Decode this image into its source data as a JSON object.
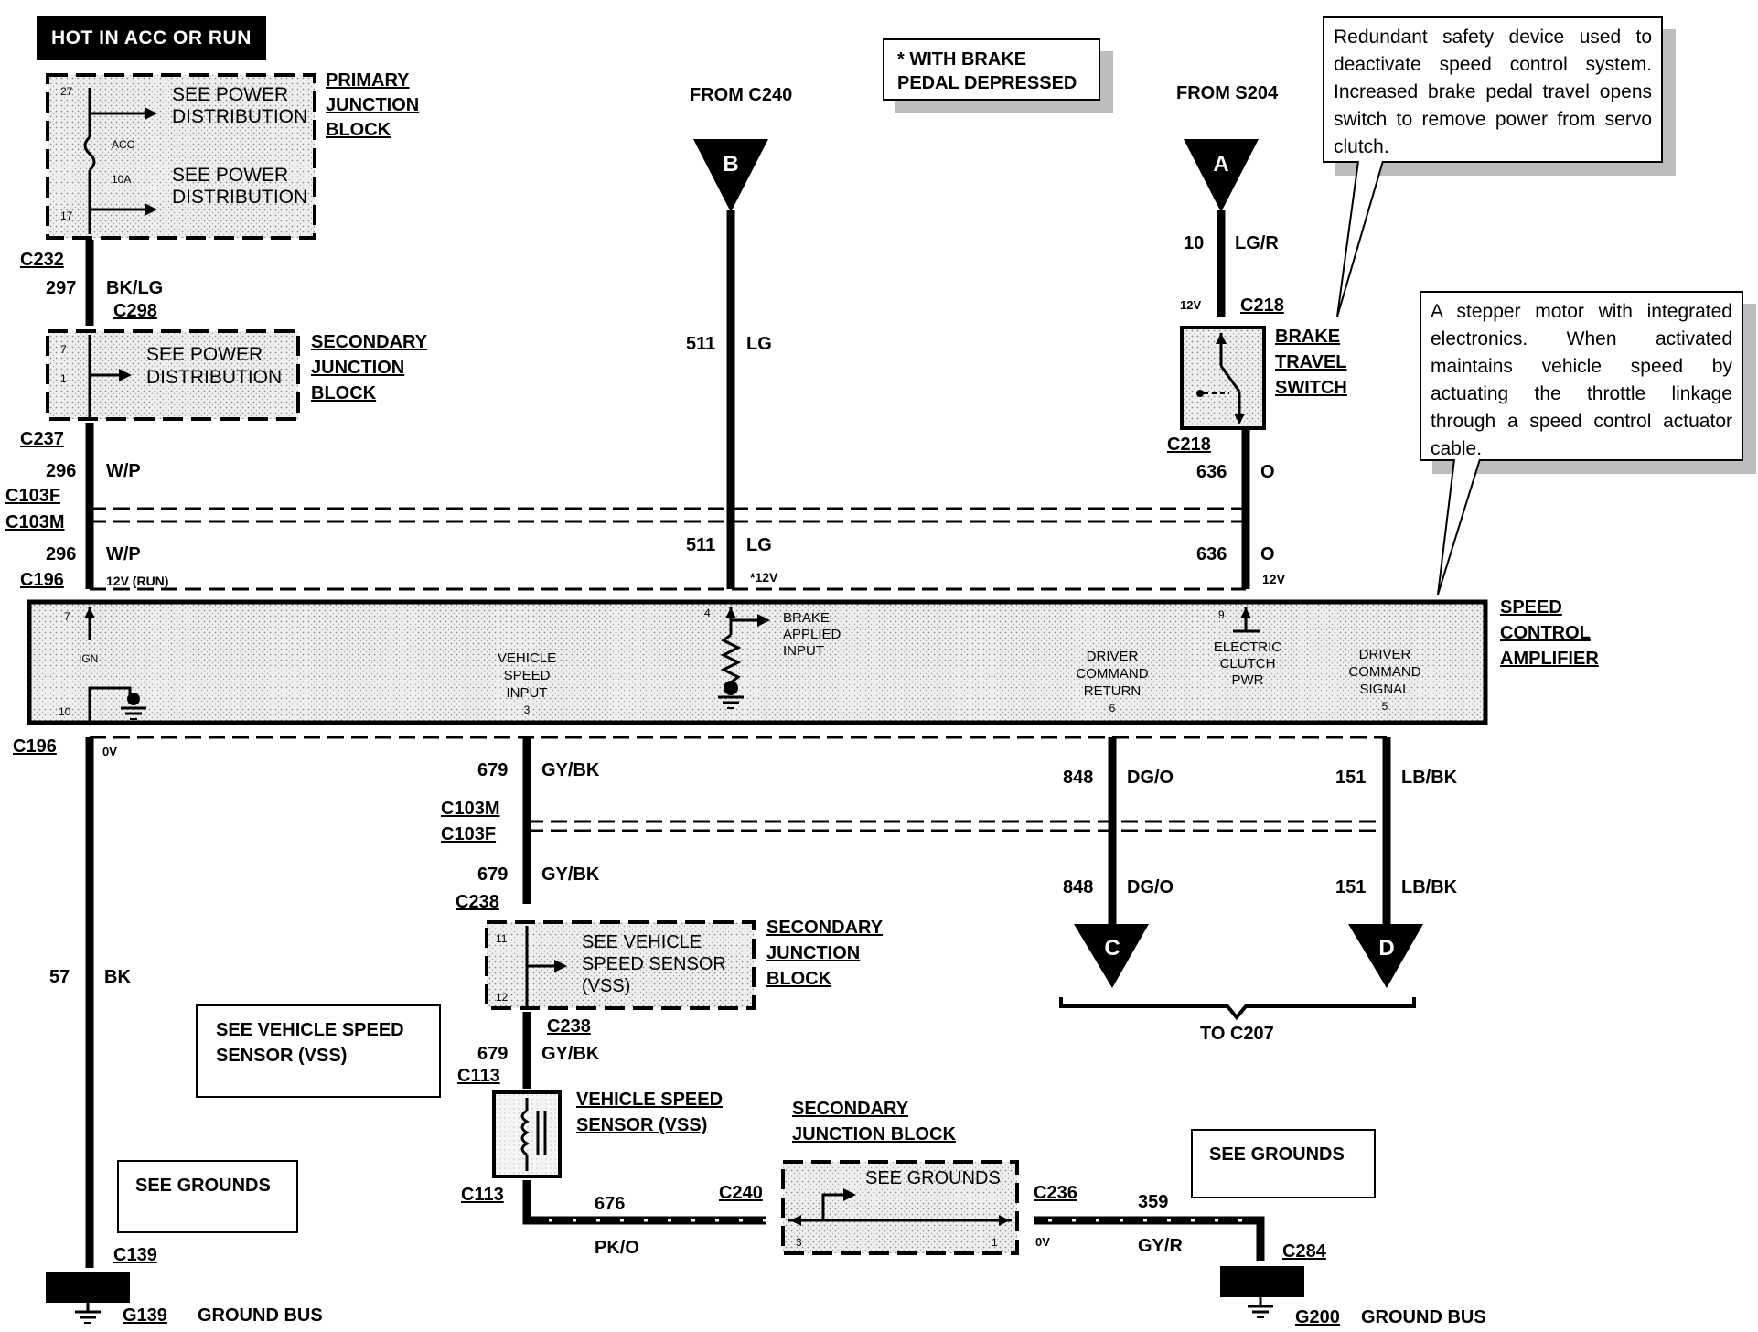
{
  "header": {
    "hot_label": "HOT IN ACC OR RUN"
  },
  "notes": {
    "brake_pedal": [
      "* WITH BRAKE",
      "PEDAL DEPRESSED"
    ],
    "redundant": "Redundant safety device used to deactivate speed control system. Increased brake pedal travel opens switch to remove power from servo clutch.",
    "stepper": "A stepper motor with integrated electronics. When activated maintains vehicle speed by actuating the throttle linkage through a speed control actuator cable."
  },
  "sources": {
    "from_c240": "FROM C240",
    "from_s204": "FROM S204",
    "to_c207": "TO C207"
  },
  "terminals": {
    "B": "B",
    "A": "A",
    "C": "C",
    "D": "D"
  },
  "pjb": {
    "name": [
      "PRIMARY",
      "JUNCTION",
      "BLOCK"
    ],
    "see1": [
      "SEE POWER",
      "DISTRIBUTION"
    ],
    "see2": [
      "SEE POWER",
      "DISTRIBUTION"
    ],
    "pin_top": "27",
    "pin_bottom": "17",
    "fuse_name": "ACC",
    "fuse_rating": "10A"
  },
  "sjb1": {
    "name": [
      "SECONDARY",
      "JUNCTION",
      "BLOCK"
    ],
    "see": [
      "SEE POWER",
      "DISTRIBUTION"
    ],
    "pin_top": "7",
    "pin_bottom": "1"
  },
  "sjb2": {
    "name": [
      "SECONDARY",
      "JUNCTION",
      "BLOCK"
    ],
    "see": [
      "SEE VEHICLE",
      "SPEED SENSOR",
      "(VSS)"
    ],
    "pin_top": "11",
    "pin_bottom": "12"
  },
  "sjb3": {
    "name": [
      "SECONDARY",
      "JUNCTION BLOCK"
    ],
    "see": "SEE GROUNDS",
    "pin_left": "3",
    "pin_right": "1"
  },
  "brake_switch": {
    "name": [
      "BRAKE",
      "TRAVEL",
      "SWITCH"
    ]
  },
  "vss": {
    "name": [
      "VEHICLE SPEED",
      "SENSOR (VSS)"
    ]
  },
  "amplifier": {
    "name": [
      "SPEED",
      "CONTROL",
      "AMPLIFIER"
    ],
    "pin7": "7",
    "ign": "IGN",
    "pin10": "10",
    "vsi": [
      "VEHICLE",
      "SPEED",
      "INPUT",
      "3"
    ],
    "pin4": "4",
    "bai": [
      "BRAKE",
      "APPLIED",
      "INPUT"
    ],
    "dcr": [
      "DRIVER",
      "COMMAND",
      "RETURN",
      "6"
    ],
    "pin9": "9",
    "ecp": [
      "ELECTRIC",
      "CLUTCH",
      "PWR"
    ],
    "dcs": [
      "DRIVER",
      "COMMAND",
      "SIGNAL",
      "5"
    ]
  },
  "connectors": {
    "c232": "C232",
    "c298": "C298",
    "c237": "C237",
    "c103f_top": "C103F",
    "c103m_top": "C103M",
    "c196_top": "C196",
    "c196_bot": "C196",
    "c218_top": "C218",
    "c218_bot": "C218",
    "c103m_bot": "C103M",
    "c103f_bot": "C103F",
    "c238_top": "C238",
    "c238_bot": "C238",
    "c113_top": "C113",
    "c113_bot": "C113",
    "c240": "C240",
    "c236": "C236",
    "c284": "C284",
    "c139": "C139"
  },
  "wires": {
    "w297": {
      "num": "297",
      "color": "BK/LG"
    },
    "w296a": {
      "num": "296",
      "color": "W/P"
    },
    "w296b": {
      "num": "296",
      "color": "W/P"
    },
    "w511a": {
      "num": "511",
      "color": "LG"
    },
    "w511b": {
      "num": "511",
      "color": "LG"
    },
    "w10": {
      "num": "10",
      "color": "LG/R"
    },
    "w636a": {
      "num": "636",
      "color": "O"
    },
    "w636b": {
      "num": "636",
      "color": "O"
    },
    "w679a": {
      "num": "679",
      "color": "GY/BK"
    },
    "w679b": {
      "num": "679",
      "color": "GY/BK"
    },
    "w679c": {
      "num": "679",
      "color": "GY/BK"
    },
    "w848a": {
      "num": "848",
      "color": "DG/O"
    },
    "w848b": {
      "num": "848",
      "color": "DG/O"
    },
    "w151a": {
      "num": "151",
      "color": "LB/BK"
    },
    "w151b": {
      "num": "151",
      "color": "LB/BK"
    },
    "w57": {
      "num": "57",
      "color": "BK"
    },
    "w676": {
      "num": "676",
      "color": "PK/O"
    },
    "w359": {
      "num": "359",
      "color": "GY/R"
    }
  },
  "voltages": {
    "v12_run": "12V (RUN)",
    "v12_brake": "*12V",
    "v12_clutch": "12V",
    "v12_c218": "12V",
    "v0_c196": "0V",
    "v0_sjb": "0V"
  },
  "boxes": {
    "see_vss": [
      "SEE VEHICLE SPEED",
      "SENSOR (VSS)"
    ],
    "see_grounds_left": "SEE GROUNDS",
    "see_grounds_right": "SEE GROUNDS"
  },
  "grounds": {
    "g139": "G139",
    "g200": "G200",
    "bus_left": "GROUND BUS",
    "bus_right": "GROUND BUS"
  }
}
